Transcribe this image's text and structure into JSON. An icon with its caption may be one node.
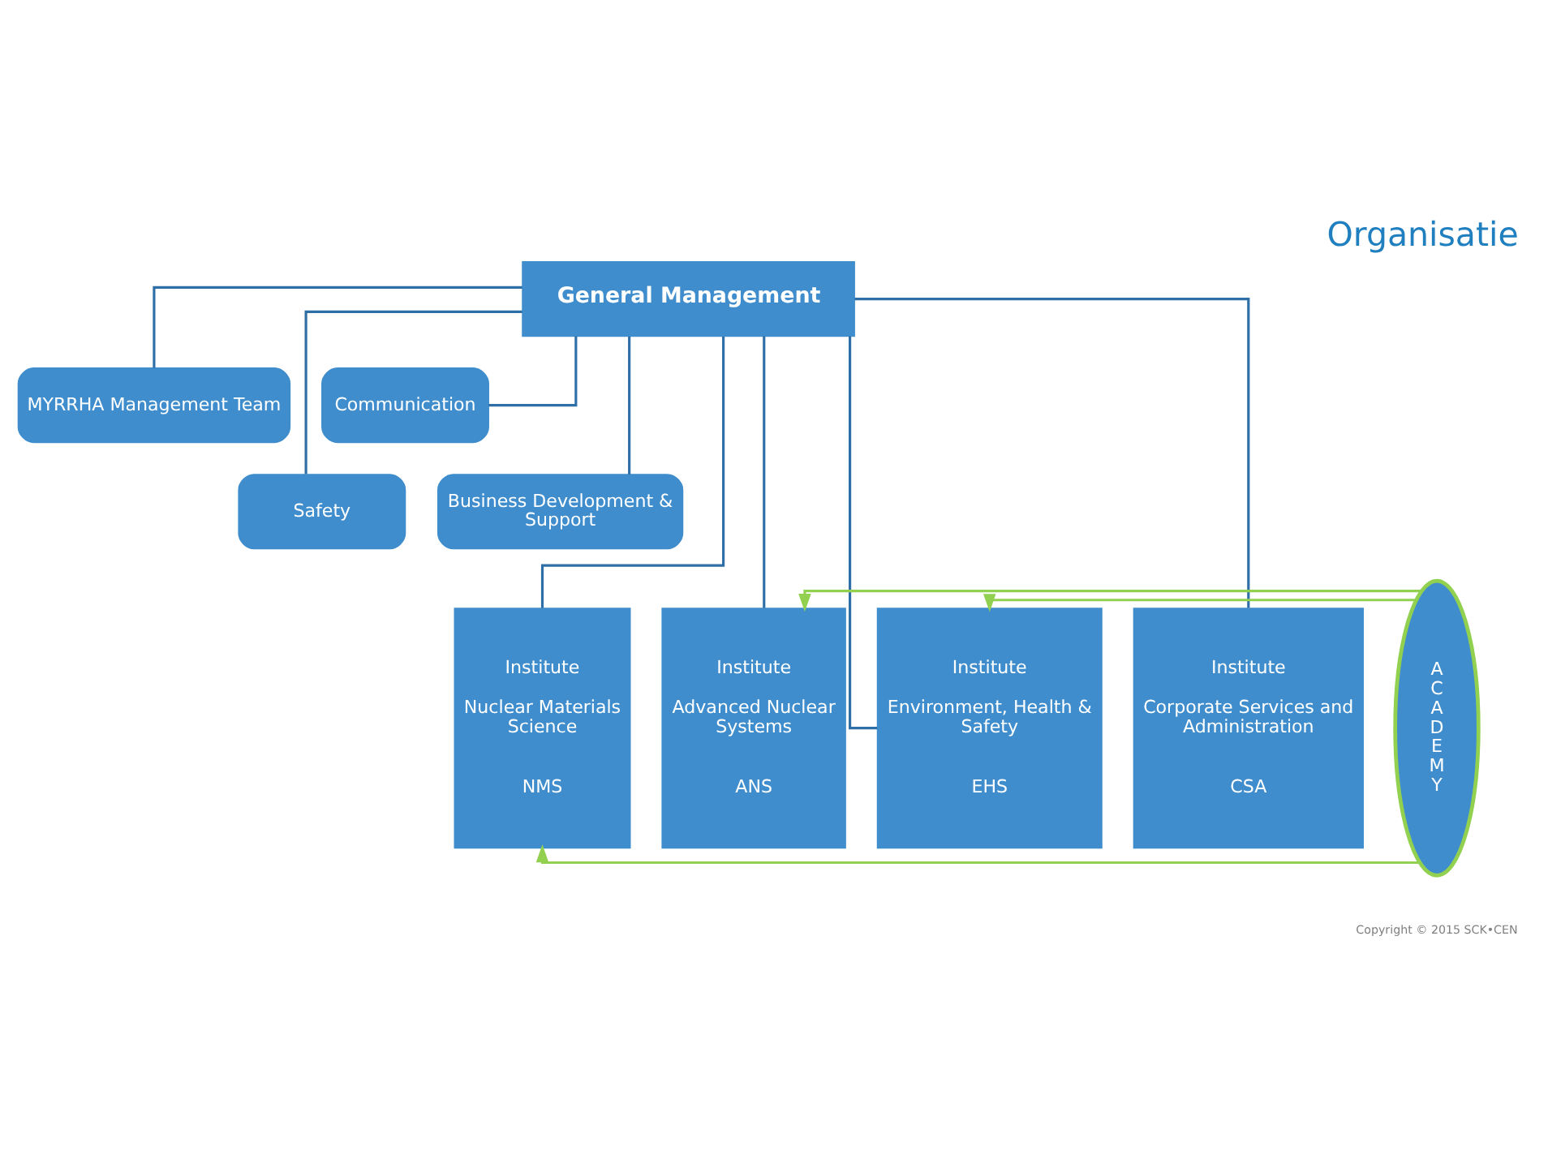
{
  "diagram": {
    "title": "Organisatie",
    "nodes": [
      {
        "text": [
          "General Management"
        ]
      },
      {
        "text": [
          "MYRRHA Management Team"
        ]
      },
      {
        "text": [
          "Communication"
        ]
      },
      {
        "text": [
          "Safety"
        ]
      },
      {
        "text": [
          "Business Development & Support"
        ]
      },
      {
        "text": [
          "Institute",
          "Nuclear Materials Science",
          "NMS"
        ]
      },
      {
        "text": [
          "Institute",
          "Advanced Nuclear Systems",
          "ANS"
        ]
      },
      {
        "text": [
          "Institute",
          "Environment, Health & Safety",
          "EHS"
        ]
      },
      {
        "text": [
          "Institute",
          "Corporate Services and Administration",
          "CSA"
        ]
      },
      {
        "text": [
          "A C A D E M Y"
        ]
      }
    ],
    "edges": [
      {
        "from": 0,
        "to": 1,
        "arrow": "none"
      },
      {
        "from": 0,
        "to": 2,
        "arrow": "none"
      },
      {
        "from": 0,
        "to": 3,
        "arrow": "none"
      },
      {
        "from": 0,
        "to": 4,
        "arrow": "none"
      },
      {
        "from": 0,
        "to": 5,
        "arrow": "none"
      },
      {
        "from": 0,
        "to": 6,
        "arrow": "none"
      },
      {
        "from": 0,
        "to": 7,
        "arrow": "none"
      },
      {
        "from": 0,
        "to": 8,
        "arrow": "none"
      },
      {
        "from": 9,
        "to": 7,
        "arrow": "to",
        "color": "#92d050"
      },
      {
        "from": 9,
        "to": 6,
        "arrow": "to",
        "color": "#92d050"
      },
      {
        "from": 9,
        "to": 5,
        "arrow": "to",
        "color": "#92d050"
      }
    ],
    "labels": [
      "Copyright © 2015 SCK•CEN"
    ]
  }
}
